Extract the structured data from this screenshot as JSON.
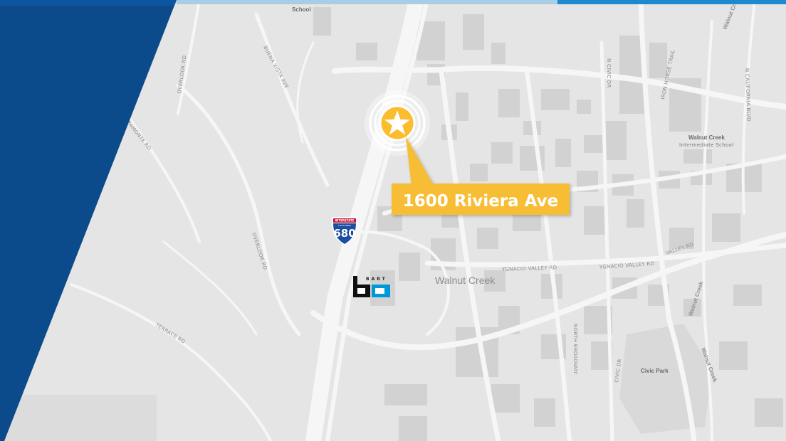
{
  "location": {
    "address": "1600 Riviera Ave"
  },
  "map_labels": {
    "city": "Walnut Creek",
    "school_top": "School",
    "intermediate_school_line1": "Walnut Creek",
    "intermediate_school_line2": "Intermediate School",
    "civic_park": "Civic Park",
    "creek_top": "Walnut Creek",
    "creek_right": "Walnut Creek",
    "creek_bottom": "Walnut Creek"
  },
  "streets": {
    "overlook_rd_1": "OVERLOOK RD",
    "overlook_rd_2": "OVERLOOK RD",
    "buena_vista": "BUENA VISTA AVE",
    "ramonte": "RAMONTE RD",
    "terrace": "TERRACE RD",
    "civic_dr_1": "N CIVIC DR",
    "civic_dr_2": "CIVIC DR",
    "iron_horse": "IRON HORSE TRAIL",
    "n_california": "N CALIFORNIA BLVD",
    "ygnacio_1": "YGNACIO VALLEY RD",
    "ygnacio_2": "YGNACIO VALLEY RD",
    "valley_rd": "VALLEY RD",
    "n_broadway": "NORTH BROADWAY"
  },
  "shields": {
    "interstate_label": "INTERSTATE",
    "interstate_state": "CALIFORNIA",
    "interstate_number": "680"
  },
  "transit": {
    "bart_text": "BART"
  },
  "colors": {
    "panel_blue": "#0b4a8b",
    "accent_blue": "#1e88d1",
    "marker_yellow": "#fbbd2e",
    "callout_yellow": "#f7bd36",
    "interstate_red": "#c8102e",
    "interstate_blue": "#1b4ea0",
    "bart_blue": "#0099d8"
  },
  "icons": {
    "marker": "star-icon",
    "shield": "interstate-shield-icon",
    "transit": "bart-logo-icon"
  }
}
